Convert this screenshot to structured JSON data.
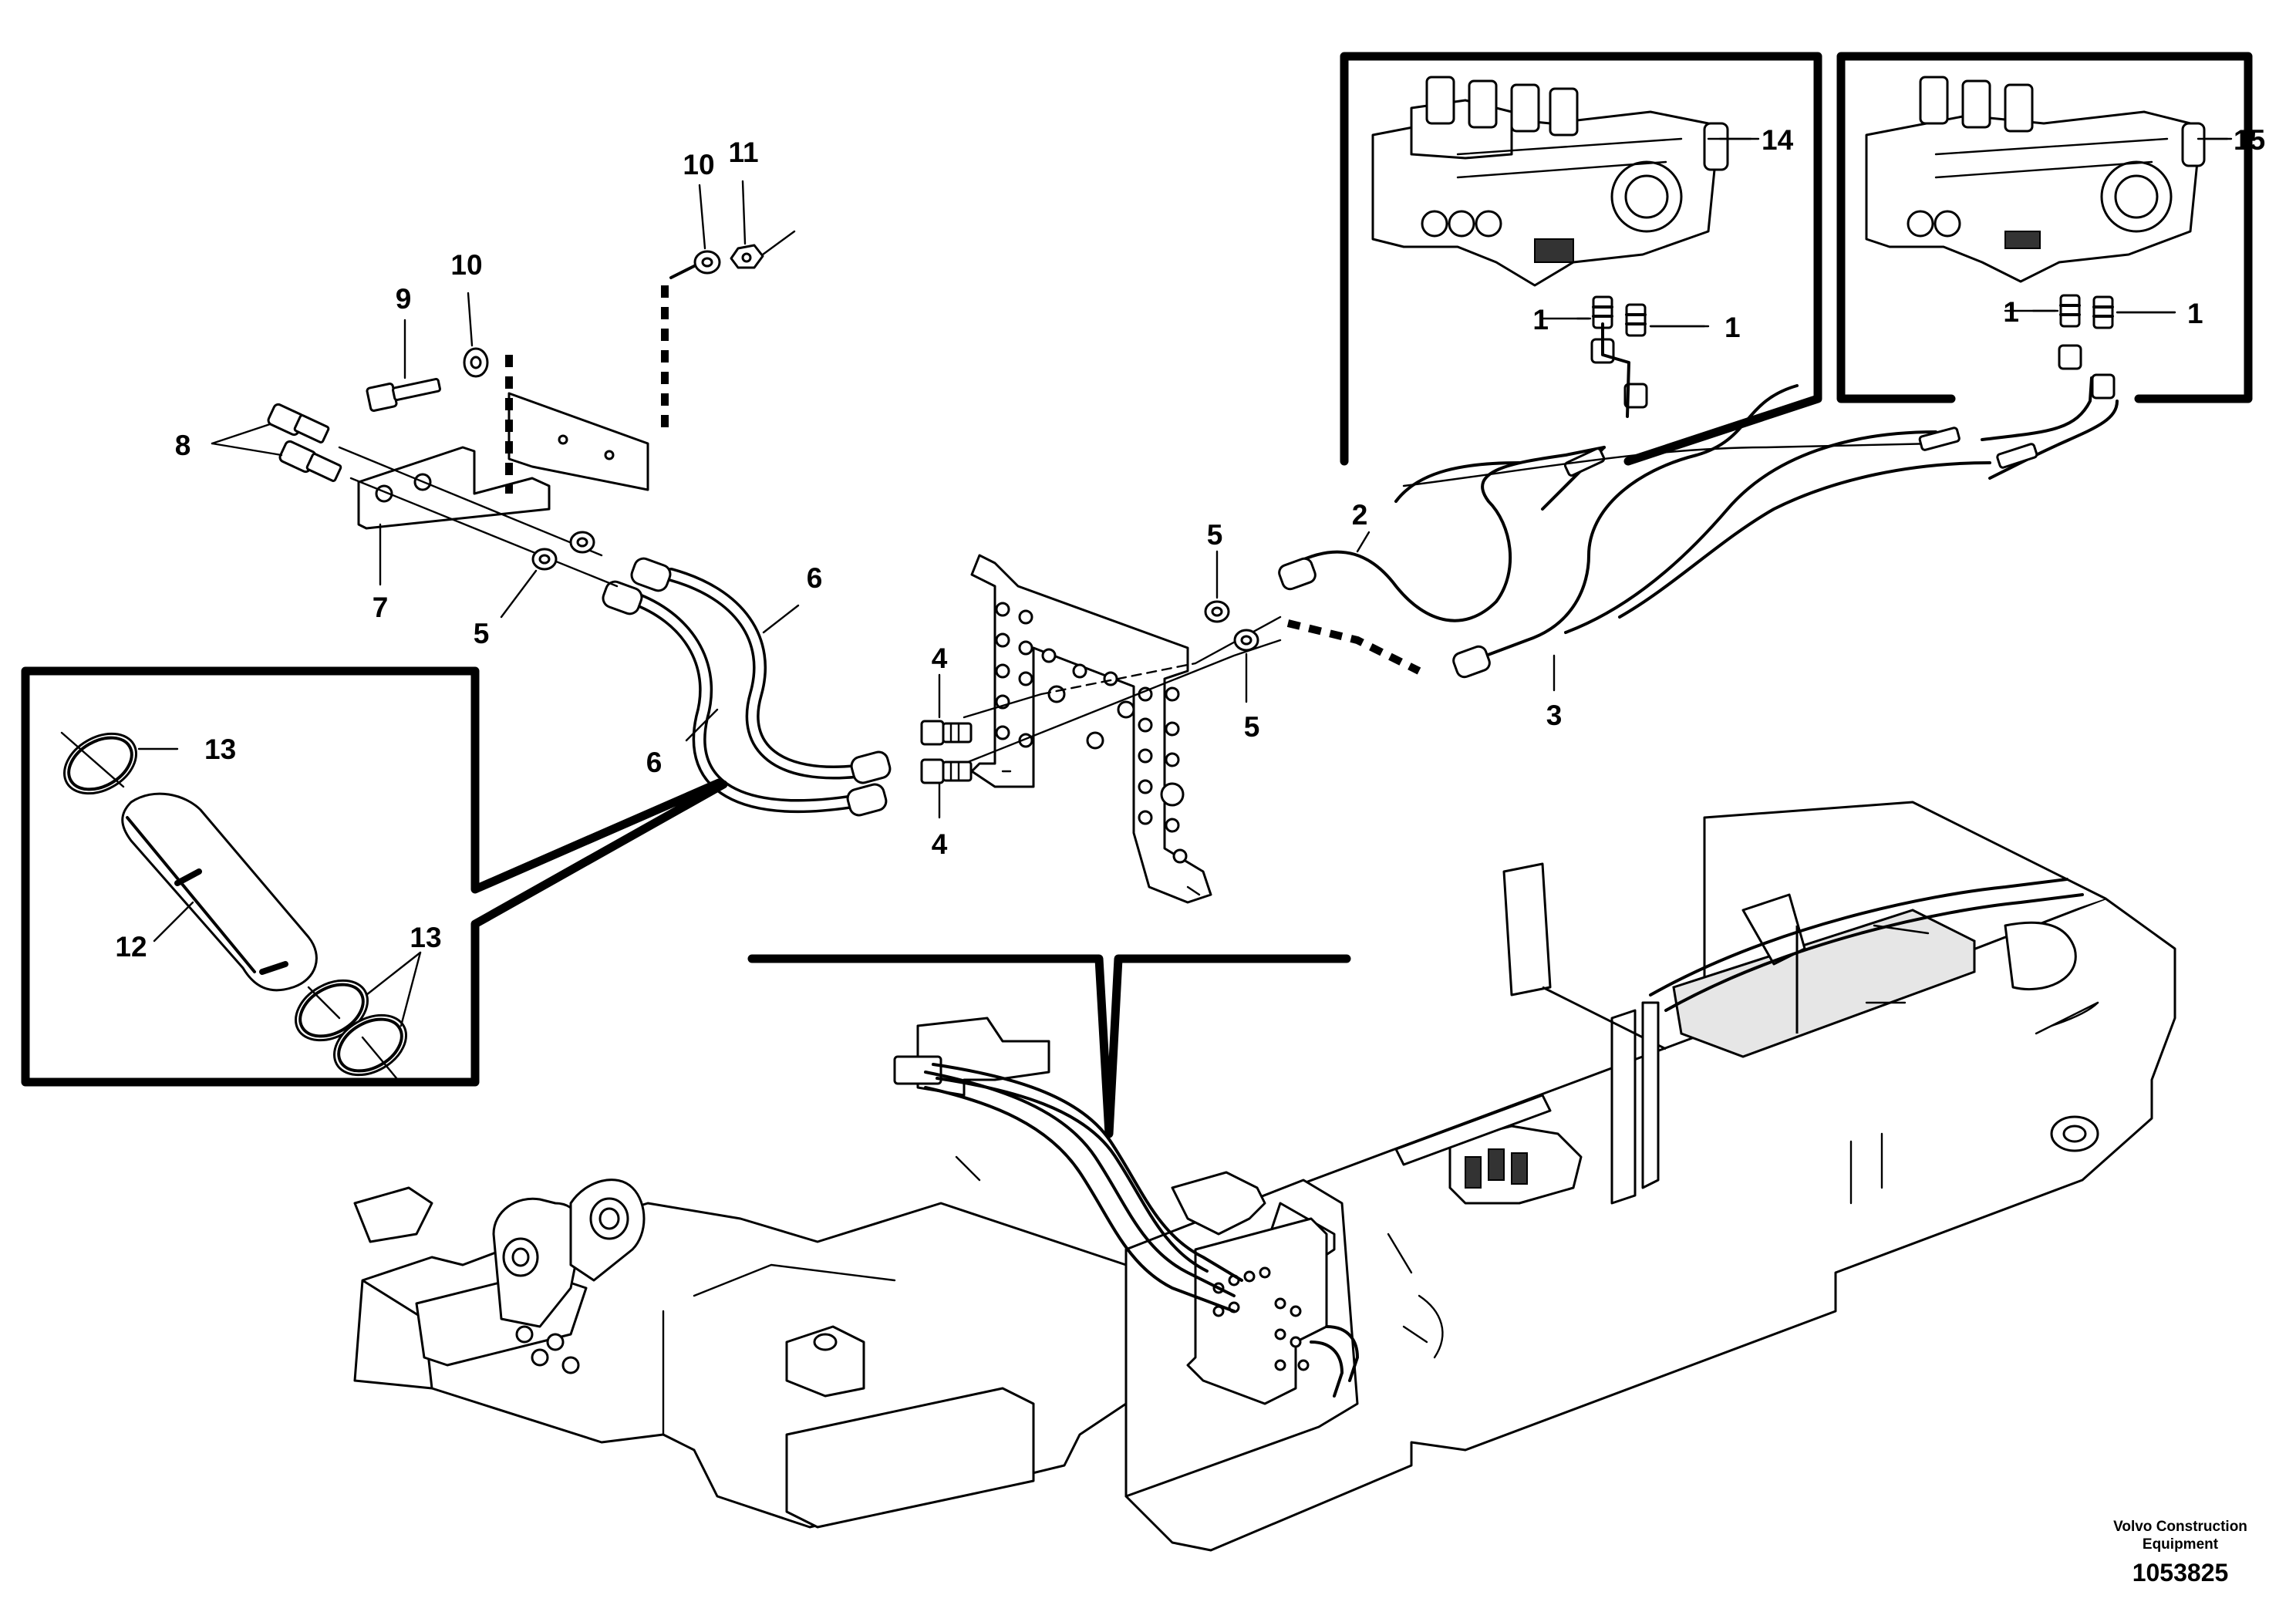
{
  "callouts": {
    "c1a": "1",
    "c1b": "1",
    "c1c": "1",
    "c1d": "1",
    "c2": "2",
    "c3": "3",
    "c4a": "4",
    "c4b": "4",
    "c5a": "5",
    "c5b": "5",
    "c5c": "5",
    "c6a": "6",
    "c6b": "6",
    "c7": "7",
    "c8": "8",
    "c9": "9",
    "c10a": "10",
    "c10b": "10",
    "c11": "11",
    "c12": "12",
    "c13a": "13",
    "c13b": "13",
    "c14": "14",
    "c15": "15"
  },
  "footer": {
    "brand_line1": "Volvo Construction",
    "brand_line2": "Equipment",
    "doc_number": "1053825"
  }
}
